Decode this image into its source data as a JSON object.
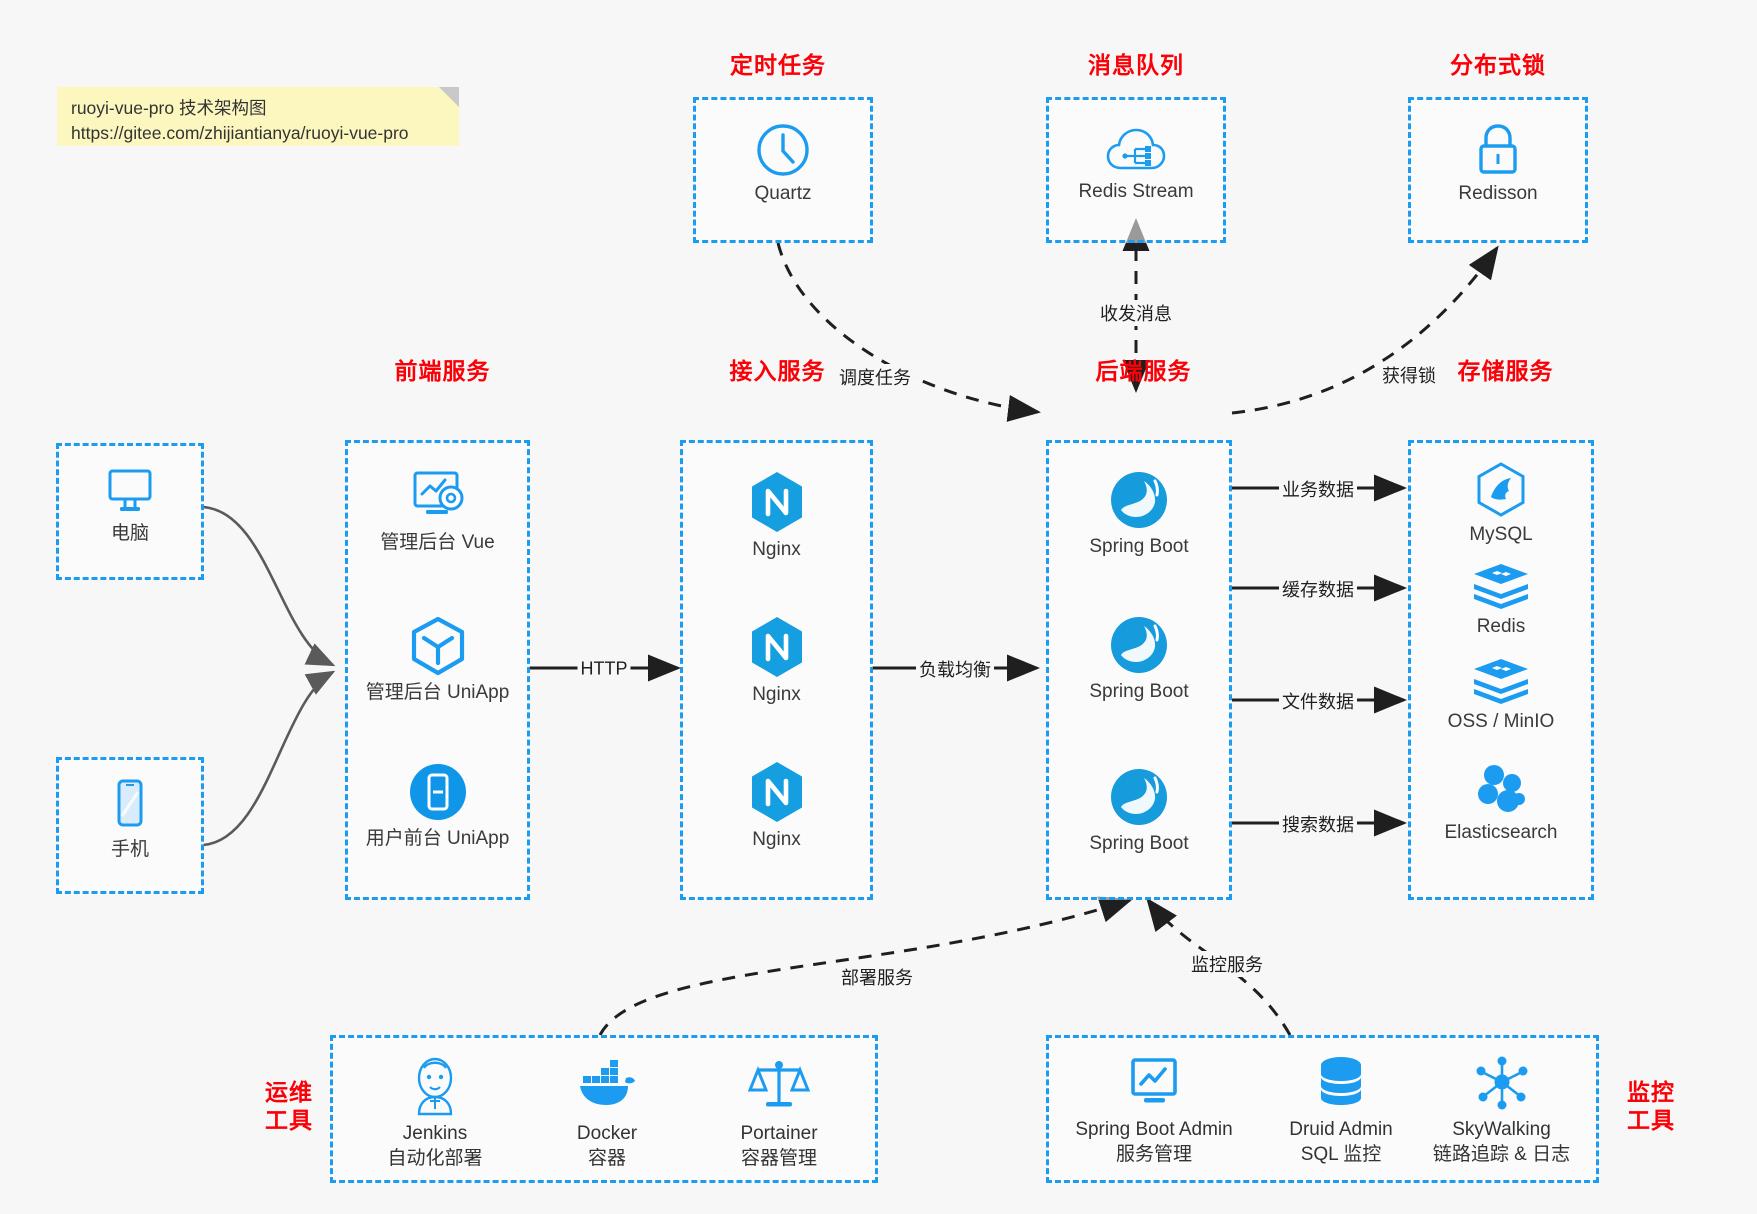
{
  "note": {
    "line1": "ruoyi-vue-pro 技术架构图",
    "line2": "https://gitee.com/zhijiantianya/ruoyi-vue-pro"
  },
  "colors": {
    "accent_blue": "#1b9cf0",
    "title_red": "#fb0007",
    "arrow_gray": "#5a5a5a",
    "arrow_black": "#1f1f1f",
    "note_yellow": "#fbf7bf",
    "canvas": "#f7f7f7"
  },
  "groups": {
    "scheduler": {
      "title": "定时任务",
      "nodes": [
        {
          "label": "Quartz",
          "icon": "clock-icon"
        }
      ]
    },
    "mq": {
      "title": "消息队列",
      "nodes": [
        {
          "label": "Redis Stream",
          "icon": "cloud-stream-icon"
        }
      ]
    },
    "lock": {
      "title": "分布式锁",
      "nodes": [
        {
          "label": "Redisson",
          "icon": "padlock-icon"
        }
      ]
    },
    "clients": {
      "pc": {
        "label": "电脑",
        "icon": "desktop-icon"
      },
      "mobile": {
        "label": "手机",
        "icon": "smartphone-icon"
      }
    },
    "frontend": {
      "title": "前端服务",
      "nodes": [
        {
          "label": "管理后台 Vue",
          "icon": "dashboard-gear-icon"
        },
        {
          "label": "管理后台 UniApp",
          "icon": "cube-icon"
        },
        {
          "label": "用户前台 UniApp",
          "icon": "mobile-app-icon"
        }
      ]
    },
    "gateway": {
      "title": "接入服务",
      "nodes": [
        {
          "label": "Nginx",
          "icon": "nginx-icon"
        },
        {
          "label": "Nginx",
          "icon": "nginx-icon"
        },
        {
          "label": "Nginx",
          "icon": "nginx-icon"
        }
      ]
    },
    "backend": {
      "title": "后端服务",
      "nodes": [
        {
          "label": "Spring Boot",
          "icon": "spring-boot-icon"
        },
        {
          "label": "Spring Boot",
          "icon": "spring-boot-icon"
        },
        {
          "label": "Spring Boot",
          "icon": "spring-boot-icon"
        }
      ]
    },
    "storage": {
      "title": "存储服务",
      "nodes": [
        {
          "label": "MySQL",
          "icon": "mysql-icon"
        },
        {
          "label": "Redis",
          "icon": "redis-icon"
        },
        {
          "label": "OSS / MinIO",
          "icon": "oss-minio-icon"
        },
        {
          "label": "Elasticsearch",
          "icon": "elasticsearch-icon"
        }
      ]
    },
    "devops": {
      "title": "运维\n工具",
      "title_line1": "运维",
      "title_line2": "工具",
      "nodes": [
        {
          "label": "Jenkins",
          "sublabel": "自动化部署",
          "icon": "jenkins-icon"
        },
        {
          "label": "Docker",
          "sublabel": "容器",
          "icon": "docker-icon"
        },
        {
          "label": "Portainer",
          "sublabel": "容器管理",
          "icon": "portainer-icon"
        }
      ]
    },
    "monitor": {
      "title_line1": "监控",
      "title_line2": "工具",
      "nodes": [
        {
          "label": "Spring Boot Admin",
          "sublabel": "服务管理",
          "icon": "monitor-chart-icon"
        },
        {
          "label": "Druid Admin",
          "sublabel": "SQL 监控",
          "icon": "database-stack-icon"
        },
        {
          "label": "SkyWalking",
          "sublabel": "链路追踪 & 日志",
          "icon": "skywalking-icon"
        }
      ]
    }
  },
  "edges": [
    {
      "id": "edge-schedule",
      "label": "调度任务"
    },
    {
      "id": "edge-mq",
      "label": "收发消息"
    },
    {
      "id": "edge-lock",
      "label": "获得锁"
    },
    {
      "id": "edge-http",
      "label": "HTTP"
    },
    {
      "id": "edge-lb",
      "label": "负载均衡"
    },
    {
      "id": "edge-biz",
      "label": "业务数据"
    },
    {
      "id": "edge-cache",
      "label": "缓存数据"
    },
    {
      "id": "edge-file",
      "label": "文件数据"
    },
    {
      "id": "edge-search",
      "label": "搜索数据"
    },
    {
      "id": "edge-deploy",
      "label": "部署服务"
    },
    {
      "id": "edge-monitor",
      "label": "监控服务"
    }
  ]
}
